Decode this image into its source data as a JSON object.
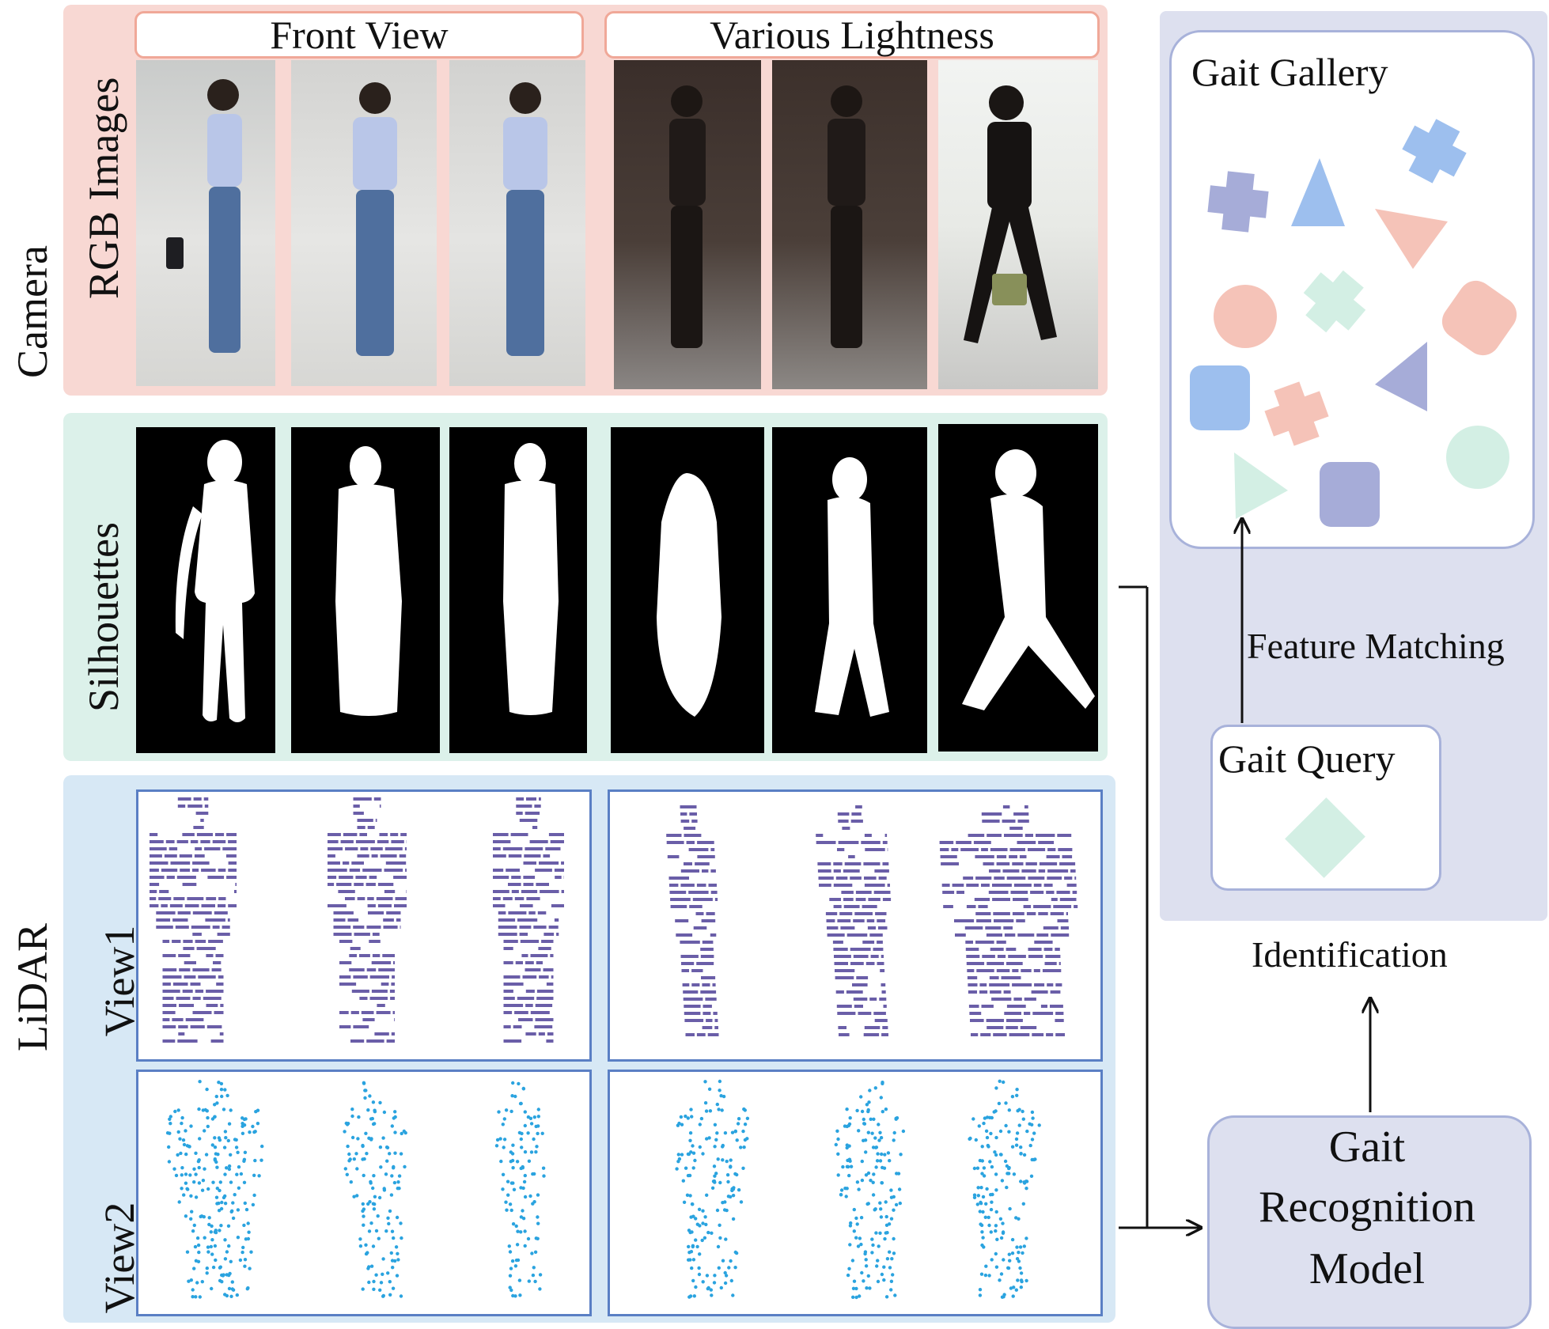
{
  "camera": {
    "side_label": "Camera",
    "row_label": "RGB Images",
    "header_front": "Front View",
    "header_light": "Various Lightness"
  },
  "silhouettes": {
    "row_label": "Silhouettes"
  },
  "lidar": {
    "side_label": "LiDAR",
    "view1_label": "View1",
    "view2_label": "View2",
    "view1_color": "#6a5ea8",
    "view2_color": "#2aa3df"
  },
  "gallery": {
    "title": "Gait Gallery"
  },
  "query": {
    "title": "Gait Query"
  },
  "arrows": {
    "feature_matching": "Feature Matching",
    "identification": "Identification"
  },
  "model": {
    "line1": "Gait",
    "line2": "Recognition",
    "line3": "Model"
  },
  "colors": {
    "pink": "#f5c3b8",
    "mint": "#d3efe4",
    "blue": "#9dbfee",
    "purple": "#a6acd8"
  }
}
